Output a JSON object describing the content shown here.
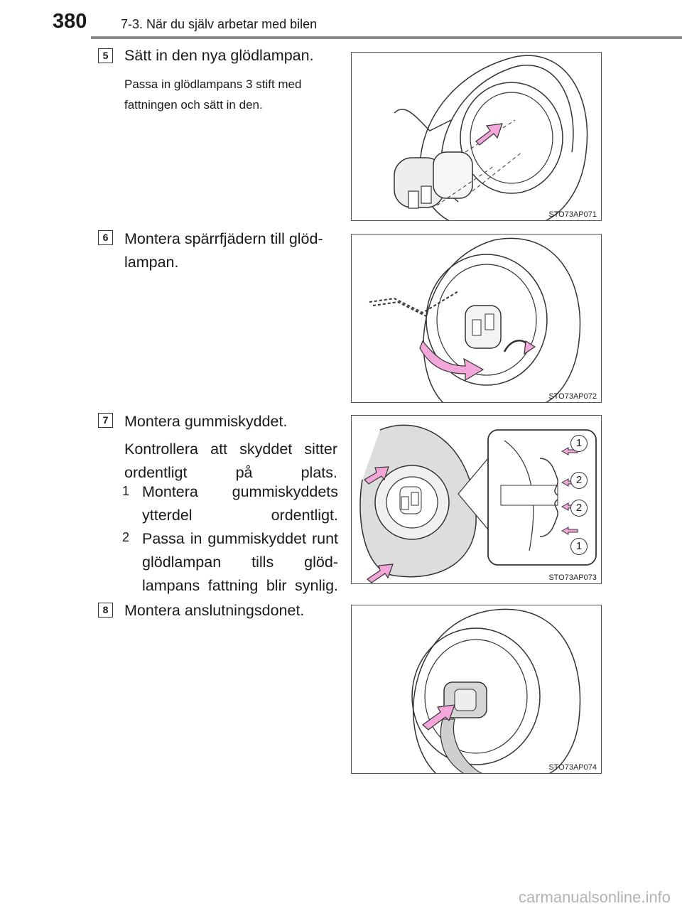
{
  "header": {
    "page_number": "380",
    "chapter": "7-3. När du själv arbetar med bilen"
  },
  "steps": [
    {
      "number": "5",
      "title": "Sätt in den nya glödlampan.",
      "note": "Passa in glödlampans 3 stift med fattningen och sätt in den.",
      "figure_code": "STO73AP071"
    },
    {
      "number": "6",
      "title": "Montera spärrfjädern till glöd-lampan.",
      "figure_code": "STO73AP072"
    },
    {
      "number": "7",
      "title": "Montera gummiskyddet.",
      "detail": "Kontrollera att skyddet sitter ordentligt på plats.",
      "substeps": [
        {
          "badge": "1",
          "text": "Montera gummiskyddets ytterdel ordentligt."
        },
        {
          "badge": "2",
          "text": "Passa in gummiskyddet runt glödlampan tills glöd-lampans fattning blir synlig."
        }
      ],
      "figure_code": "STO73AP073",
      "callouts": [
        "1",
        "2",
        "2",
        "1"
      ]
    },
    {
      "number": "8",
      "title": "Montera anslutningsdonet.",
      "figure_code": "STO73AP074"
    }
  ],
  "colors": {
    "arrow_fill": "#f2a6d9",
    "arrow_stroke": "#333333",
    "rule": "#8a8a8a",
    "watermark": "#b3b3b3"
  },
  "footer": {
    "watermark": "carmanualsonline.info"
  }
}
